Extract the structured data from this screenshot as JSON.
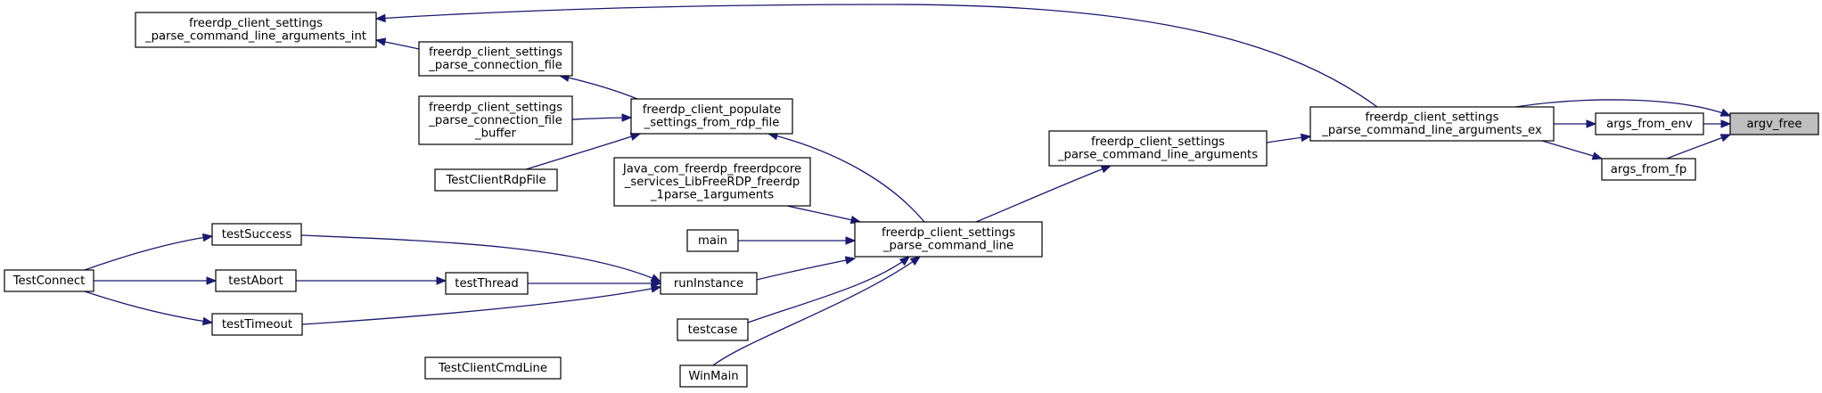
{
  "graph": {
    "colors": {
      "edge": "#191970",
      "node_border": "#000000",
      "highlight_fill": "#bfbfbf",
      "background": "#ffffff"
    },
    "nodes": {
      "argv_free": {
        "lines": [
          "argv_free"
        ],
        "highlight": true
      },
      "args_from_env": {
        "lines": [
          "args_from_env"
        ]
      },
      "args_from_fp": {
        "lines": [
          "args_from_fp"
        ]
      },
      "parse_cmdline_args_ex": {
        "lines": [
          "freerdp_client_settings",
          "_parse_command_line_arguments_ex"
        ]
      },
      "parse_cmdline_args_int": {
        "lines": [
          "freerdp_client_settings",
          "_parse_command_line_arguments_int"
        ]
      },
      "parse_cmdline_args": {
        "lines": [
          "freerdp_client_settings",
          "_parse_command_line_arguments"
        ]
      },
      "parse_connection_file": {
        "lines": [
          "freerdp_client_settings",
          "_parse_connection_file"
        ]
      },
      "populate_settings": {
        "lines": [
          "freerdp_client_populate",
          "_settings_from_rdp_file"
        ]
      },
      "parse_connection_file_buffer": {
        "lines": [
          "freerdp_client_settings",
          "_parse_connection_file",
          "_buffer"
        ]
      },
      "test_client_rdp_file": {
        "lines": [
          "TestClientRdpFile"
        ]
      },
      "java_parse_args": {
        "lines": [
          "Java_com_freerdp_freerdpcore",
          "_services_LibFreeRDP_freerdp",
          "_1parse_1arguments"
        ]
      },
      "parse_command_line": {
        "lines": [
          "freerdp_client_settings",
          "_parse_command_line"
        ]
      },
      "main": {
        "lines": [
          "main"
        ]
      },
      "run_instance": {
        "lines": [
          "runInstance"
        ]
      },
      "test_success": {
        "lines": [
          "testSuccess"
        ]
      },
      "test_abort": {
        "lines": [
          "testAbort"
        ]
      },
      "test_thread": {
        "lines": [
          "testThread"
        ]
      },
      "test_timeout": {
        "lines": [
          "testTimeout"
        ]
      },
      "test_connect": {
        "lines": [
          "TestConnect"
        ]
      },
      "testcase": {
        "lines": [
          "testcase"
        ]
      },
      "test_client_cmdline": {
        "lines": [
          "TestClientCmdLine"
        ]
      },
      "winmain": {
        "lines": [
          "WinMain"
        ]
      }
    },
    "edges": [
      {
        "from": "parse_cmdline_args_ex",
        "to": "argv_free"
      },
      {
        "from": "args_from_env",
        "to": "argv_free"
      },
      {
        "from": "args_from_fp",
        "to": "argv_free"
      },
      {
        "from": "parse_cmdline_args_ex",
        "to": "args_from_env"
      },
      {
        "from": "parse_cmdline_args_ex",
        "to": "args_from_fp"
      },
      {
        "from": "parse_cmdline_args_ex",
        "to": "parse_cmdline_args_int"
      },
      {
        "from": "parse_cmdline_args",
        "to": "parse_cmdline_args_ex"
      },
      {
        "from": "parse_command_line",
        "to": "parse_cmdline_args"
      },
      {
        "from": "parse_connection_file",
        "to": "parse_cmdline_args_int"
      },
      {
        "from": "populate_settings",
        "to": "parse_connection_file"
      },
      {
        "from": "parse_connection_file_buffer",
        "to": "populate_settings"
      },
      {
        "from": "test_client_rdp_file",
        "to": "populate_settings"
      },
      {
        "from": "parse_command_line",
        "to": "populate_settings"
      },
      {
        "from": "java_parse_args",
        "to": "parse_command_line"
      },
      {
        "from": "main",
        "to": "parse_command_line"
      },
      {
        "from": "run_instance",
        "to": "parse_command_line"
      },
      {
        "from": "testcase",
        "to": "parse_command_line"
      },
      {
        "from": "winmain",
        "to": "parse_command_line"
      },
      {
        "from": "test_success",
        "to": "run_instance"
      },
      {
        "from": "test_thread",
        "to": "run_instance"
      },
      {
        "from": "test_timeout",
        "to": "run_instance"
      },
      {
        "from": "test_abort",
        "to": "test_thread"
      },
      {
        "from": "test_connect",
        "to": "test_success"
      },
      {
        "from": "test_connect",
        "to": "test_abort"
      },
      {
        "from": "test_connect",
        "to": "test_timeout"
      },
      {
        "from": "test_client_cmdline",
        "to": "testcase"
      }
    ]
  }
}
